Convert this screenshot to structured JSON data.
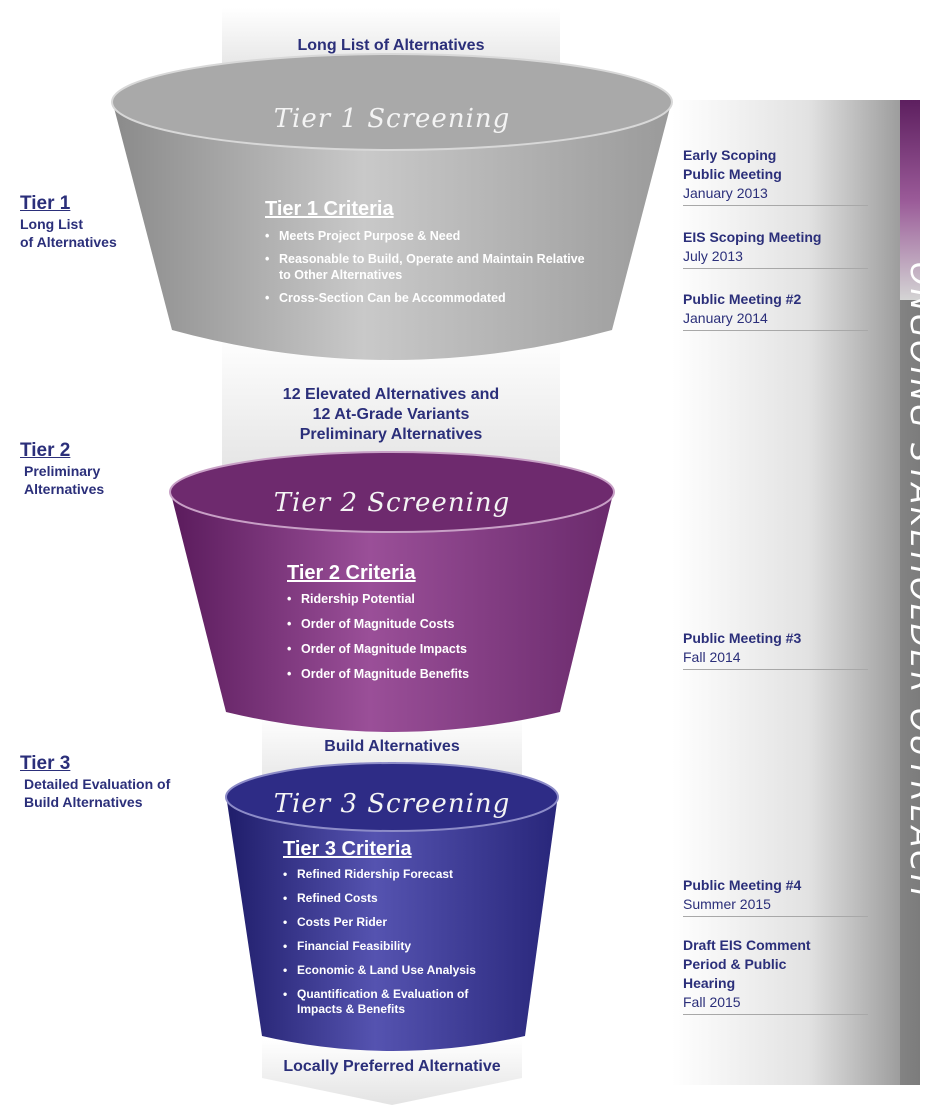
{
  "flow": {
    "top_label": "Long List of Alternatives",
    "mid1_lines": [
      "12 Elevated Alternatives and",
      "12 At-Grade Variants",
      "Preliminary Alternatives"
    ],
    "mid2_label": "Build Alternatives",
    "bottom_label": "Locally Preferred Alternative"
  },
  "tiers": [
    {
      "title": "Tier 1",
      "subtitle_lines": [
        "Long List",
        "of Alternatives"
      ],
      "screening_label": "Tier 1 Screening",
      "criteria_title": "Tier 1 Criteria",
      "criteria": [
        "Meets Project Purpose & Need",
        "Reasonable to Build, Operate and Maintain Relative to Other Alternatives",
        "Cross-Section Can be Accommodated"
      ],
      "color": "#a9a9a9"
    },
    {
      "title": "Tier 2",
      "subtitle_lines": [
        "Preliminary",
        "Alternatives"
      ],
      "screening_label": "Tier 2 Screening",
      "criteria_title": "Tier 2 Criteria",
      "criteria": [
        "Ridership Potential",
        "Order of Magnitude Costs",
        "Order of Magnitude Impacts",
        "Order of Magnitude Benefits"
      ],
      "color": "#7a2d7c"
    },
    {
      "title": "Tier 3",
      "subtitle_lines": [
        "Detailed Evaluation of",
        "Build Alternatives"
      ],
      "screening_label": "Tier 3 Screening",
      "criteria_title": "Tier 3 Criteria",
      "criteria": [
        "Refined Ridership Forecast",
        "Refined Costs",
        "Costs Per Rider",
        "Financial Feasibility",
        "Economic & Land Use Analysis",
        "Quantification & Evaluation of Impacts & Benefits"
      ],
      "color": "#2e2c86"
    }
  ],
  "meetings": [
    {
      "title": "Early Scoping Public Meeting",
      "date": "January 2013"
    },
    {
      "title": "EIS Scoping Meeting",
      "date": "July 2013"
    },
    {
      "title": "Public Meeting #2",
      "date": "January 2014"
    },
    {
      "title": "Public Meeting #3",
      "date": "Fall 2014"
    },
    {
      "title": "Public Meeting #4",
      "date": "Summer 2015"
    },
    {
      "title": "Draft EIS Comment Period & Public Hearing",
      "date": "Fall 2015"
    }
  ],
  "sidebar": {
    "label": "ONGOING STAKEHOLDER OUTREACH",
    "accent_color": "#6e2a6e"
  },
  "colors": {
    "text_navy": "#2b2f7a",
    "flow_band": "#f0f0f0"
  }
}
